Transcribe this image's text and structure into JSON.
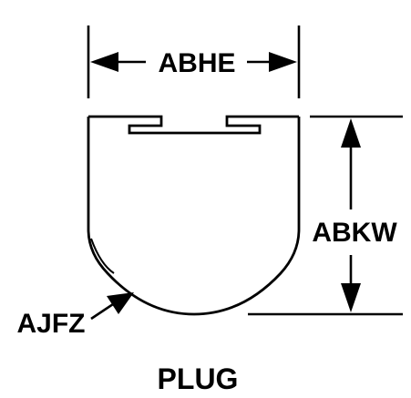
{
  "diagram": {
    "title": "PLUG",
    "width_label": "ABHE",
    "height_label": "ABKW",
    "radius_label": "AJFZ",
    "stroke_color": "#000000",
    "background_color": "#ffffff"
  }
}
